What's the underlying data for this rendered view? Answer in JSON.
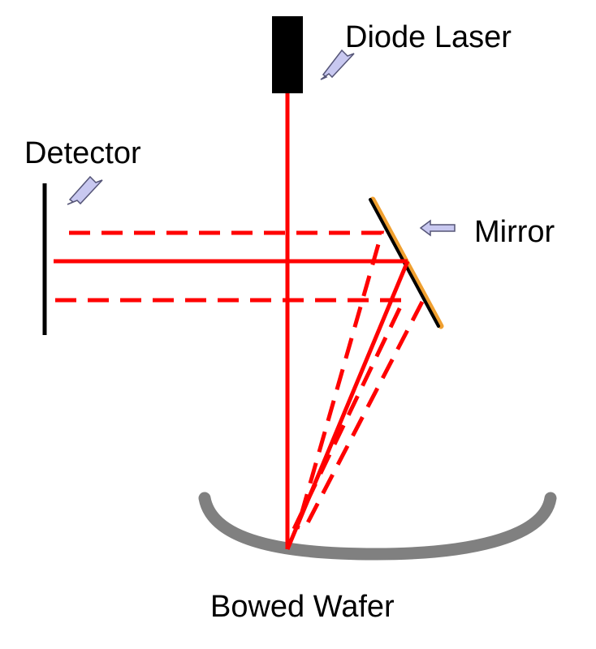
{
  "labels": {
    "diode_laser": "Diode Laser",
    "detector": "Detector",
    "mirror": "Mirror",
    "bowed_wafer": "Bowed Wafer"
  },
  "colors": {
    "beam": "#ff0000",
    "laser_body": "#000000",
    "detector": "#000000",
    "mirror_line": "#000000",
    "mirror_edge": "#f0a030",
    "wafer": "#808080",
    "arrow_fill": "#c8c8f0",
    "arrow_stroke": "#555577"
  },
  "icons": {
    "pointer_arrow": "block-arrow-icon"
  }
}
